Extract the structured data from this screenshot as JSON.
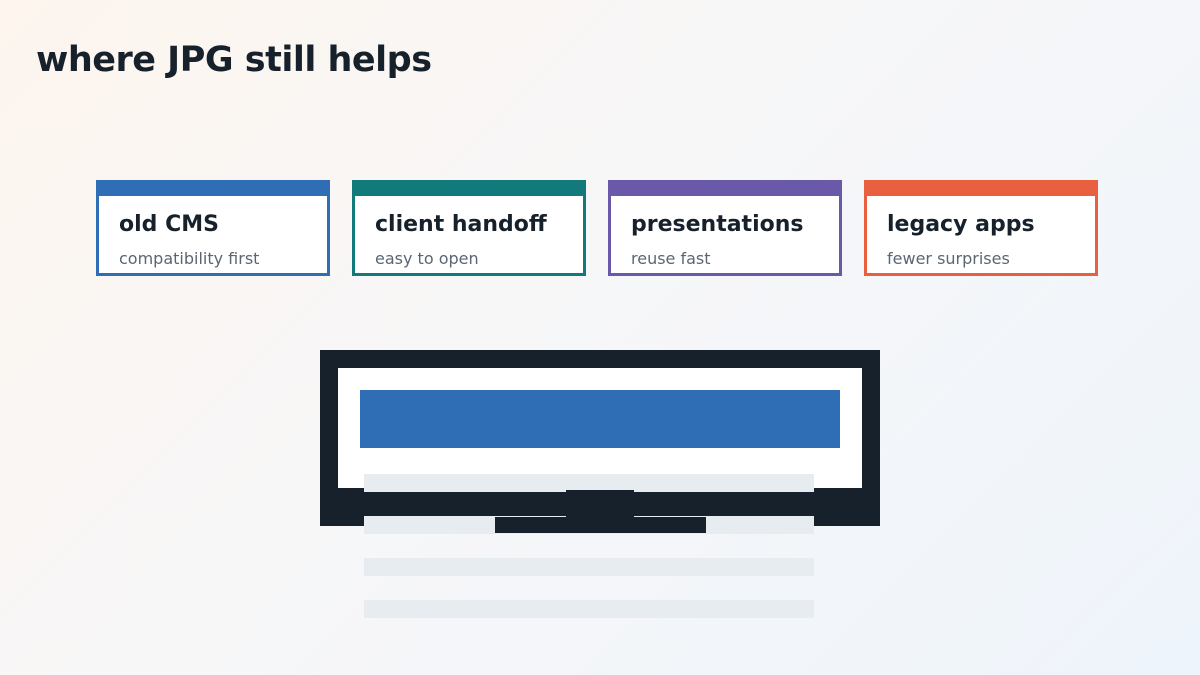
{
  "title": "where JPG still helps",
  "colors": {
    "text": "#17212c",
    "muted": "#5b6673",
    "monitor_frame": "#17212c",
    "monitor_bar": "#2f6db5",
    "text_lines": "#e6ecf0"
  },
  "cards": [
    {
      "title": "old CMS",
      "subtitle": "compatibility first",
      "color": "#2f6db5"
    },
    {
      "title": "client handoff",
      "subtitle": "easy to open",
      "color": "#127a7a"
    },
    {
      "title": "presentations",
      "subtitle": "reuse fast",
      "color": "#6a58a8"
    },
    {
      "title": "legacy apps",
      "subtitle": "fewer surprises",
      "color": "#e8603f"
    }
  ],
  "illustration": {
    "icon": "monitor-icon"
  }
}
